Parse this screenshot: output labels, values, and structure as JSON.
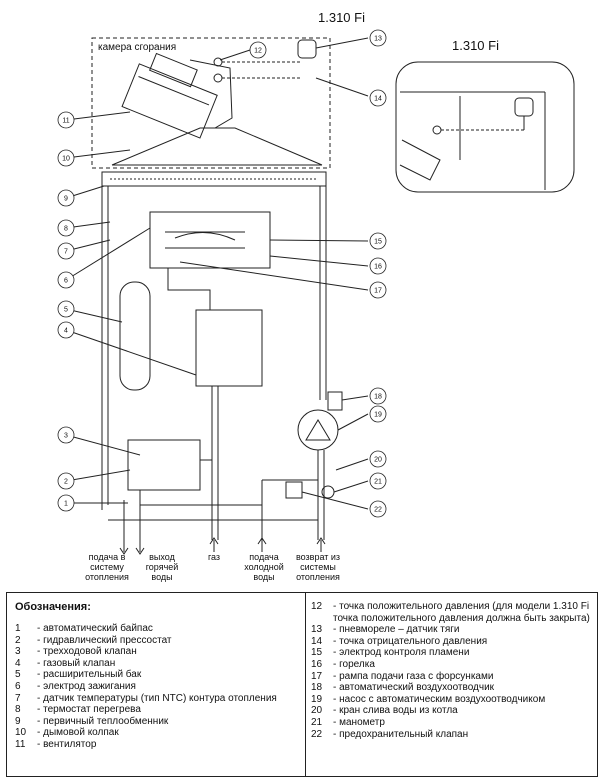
{
  "titles": {
    "main_model": "1.310 Fi",
    "inset_model": "1.310 Fi",
    "combustion_chamber": "камера сгорания"
  },
  "callouts": [
    "1",
    "2",
    "3",
    "4",
    "5",
    "6",
    "7",
    "8",
    "9",
    "10",
    "11",
    "12",
    "13",
    "14",
    "15",
    "16",
    "17",
    "18",
    "19",
    "20",
    "21",
    "22"
  ],
  "pipe_labels": {
    "heating_supply": "подача в\nсистему\nотопления",
    "hot_water_out": "выход\nгорячей\nводы",
    "gas": "газ",
    "cold_water_in": "подача\nхолодной\nводы",
    "heating_return": "возврат из\nсистемы\nотопления"
  },
  "legend": {
    "title": "Обозначения:",
    "left": [
      {
        "n": "1",
        "t": "- автоматический байпас"
      },
      {
        "n": "2",
        "t": "- гидравлический прессостат"
      },
      {
        "n": "3",
        "t": "- трехходовой клапан"
      },
      {
        "n": "4",
        "t": "- газовый клапан"
      },
      {
        "n": "5",
        "t": "- расширительный бак"
      },
      {
        "n": "6",
        "t": "- электрод зажигания"
      },
      {
        "n": "7",
        "t": "- датчик температуры (тип NTC) контура отопления"
      },
      {
        "n": "8",
        "t": "- термостат перегрева"
      },
      {
        "n": "9",
        "t": "- первичный теплообменник"
      },
      {
        "n": "10",
        "t": "- дымовой колпак"
      },
      {
        "n": "11",
        "t": "- вентилятор"
      }
    ],
    "right": [
      {
        "n": "12",
        "t": "- точка положительного давления (для модели 1.310 Fi точка положительного давления должна быть закрыта)"
      },
      {
        "n": "13",
        "t": "- пневмореле – датчик тяги"
      },
      {
        "n": "14",
        "t": "- точка отрицательного давления"
      },
      {
        "n": "15",
        "t": "- электрод контроля пламени"
      },
      {
        "n": "16",
        "t": "- горелка"
      },
      {
        "n": "17",
        "t": "- рампа подачи газа с форсунками"
      },
      {
        "n": "18",
        "t": "- автоматический воздухоотводчик"
      },
      {
        "n": "19",
        "t": "- насос с автоматическим воздухоотводчиком"
      },
      {
        "n": "20",
        "t": "- кран слива воды из котла"
      },
      {
        "n": "21",
        "t": "- манометр"
      },
      {
        "n": "22",
        "t": "- предохранительный клапан"
      }
    ]
  }
}
